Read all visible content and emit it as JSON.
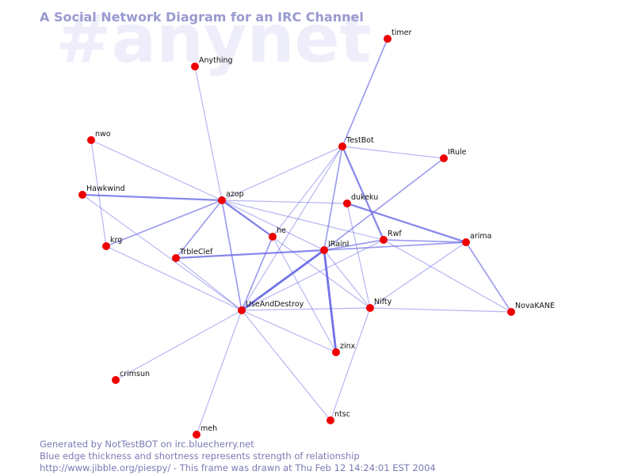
{
  "watermark": "#anynet",
  "title": "A Social Network Diagram for an IRC Channel",
  "footer": {
    "line1": "Generated by NotTestBOT on irc.bluecherry.net",
    "line2": "Blue edge thickness and shortness represents strength of relationship",
    "line3": "http://www.jibble.org/piespy/ - This frame was drawn at Thu Feb 12 14:24:01 EST 2004"
  },
  "colors": {
    "edge": "#6a6ae6",
    "node": "#ee0000",
    "title": "#9a9ad0",
    "watermark": "#eeeefb",
    "footer": "#7a7ab4"
  },
  "nodes": [
    {
      "id": "timer",
      "label": "timer"
    },
    {
      "id": "Anything",
      "label": "Anything"
    },
    {
      "id": "nwo",
      "label": "nwo"
    },
    {
      "id": "TestBot",
      "label": "TestBot"
    },
    {
      "id": "IRule",
      "label": "IRule"
    },
    {
      "id": "Hawkwind",
      "label": "Hawkwind"
    },
    {
      "id": "azop",
      "label": "azop"
    },
    {
      "id": "dukeku",
      "label": "dukeku"
    },
    {
      "id": "he",
      "label": "he"
    },
    {
      "id": "Rwf",
      "label": "Rwf"
    },
    {
      "id": "arima",
      "label": "arima"
    },
    {
      "id": "krg",
      "label": "krg"
    },
    {
      "id": "IRainI",
      "label": "IRainI"
    },
    {
      "id": "TrbleClef",
      "label": "TrbleClef"
    },
    {
      "id": "UseAndDestroy",
      "label": "UseAndDestroy"
    },
    {
      "id": "Nifty",
      "label": "Nifty"
    },
    {
      "id": "NovaKANE",
      "label": "NovaKANE"
    },
    {
      "id": "zinx",
      "label": "zinx"
    },
    {
      "id": "crimsun",
      "label": "crimsun"
    },
    {
      "id": "ntsc",
      "label": "ntsc"
    },
    {
      "id": "meh",
      "label": "meh"
    }
  ],
  "edges": [
    {
      "source": "timer",
      "target": "TestBot",
      "strength": 2
    },
    {
      "source": "Anything",
      "target": "azop",
      "strength": 1
    },
    {
      "source": "nwo",
      "target": "azop",
      "strength": 1
    },
    {
      "source": "nwo",
      "target": "krg",
      "strength": 1
    },
    {
      "source": "Hawkwind",
      "target": "azop",
      "strength": 3
    },
    {
      "source": "Hawkwind",
      "target": "UseAndDestroy",
      "strength": 1
    },
    {
      "source": "krg",
      "target": "azop",
      "strength": 2
    },
    {
      "source": "krg",
      "target": "UseAndDestroy",
      "strength": 1
    },
    {
      "source": "TrbleClef",
      "target": "azop",
      "strength": 2
    },
    {
      "source": "TrbleClef",
      "target": "UseAndDestroy",
      "strength": 1
    },
    {
      "source": "TrbleClef",
      "target": "IRainI",
      "strength": 3
    },
    {
      "source": "azop",
      "target": "TestBot",
      "strength": 1
    },
    {
      "source": "azop",
      "target": "dukeku",
      "strength": 1
    },
    {
      "source": "azop",
      "target": "he",
      "strength": 3
    },
    {
      "source": "azop",
      "target": "Rwf",
      "strength": 1
    },
    {
      "source": "azop",
      "target": "UseAndDestroy",
      "strength": 2
    },
    {
      "source": "azop",
      "target": "IRainI",
      "strength": 1
    },
    {
      "source": "azop",
      "target": "Nifty",
      "strength": 1
    },
    {
      "source": "TestBot",
      "target": "IRule",
      "strength": 1
    },
    {
      "source": "TestBot",
      "target": "IRainI",
      "strength": 2
    },
    {
      "source": "TestBot",
      "target": "Rwf",
      "strength": 3
    },
    {
      "source": "TestBot",
      "target": "UseAndDestroy",
      "strength": 1
    },
    {
      "source": "TestBot",
      "target": "he",
      "strength": 1
    },
    {
      "source": "IRule",
      "target": "IRainI",
      "strength": 2
    },
    {
      "source": "dukeku",
      "target": "arima",
      "strength": 3
    },
    {
      "source": "dukeku",
      "target": "Nifty",
      "strength": 1
    },
    {
      "source": "he",
      "target": "UseAndDestroy",
      "strength": 2
    },
    {
      "source": "he",
      "target": "zinx",
      "strength": 1
    },
    {
      "source": "Rwf",
      "target": "arima",
      "strength": 2
    },
    {
      "source": "Rwf",
      "target": "NovaKANE",
      "strength": 1
    },
    {
      "source": "Rwf",
      "target": "IRainI",
      "strength": 2
    },
    {
      "source": "Rwf",
      "target": "UseAndDestroy",
      "strength": 1
    },
    {
      "source": "arima",
      "target": "IRainI",
      "strength": 2
    },
    {
      "source": "arima",
      "target": "NovaKANE",
      "strength": 2
    },
    {
      "source": "arima",
      "target": "Nifty",
      "strength": 1
    },
    {
      "source": "IRainI",
      "target": "UseAndDestroy",
      "strength": 4
    },
    {
      "source": "IRainI",
      "target": "zinx",
      "strength": 4
    },
    {
      "source": "IRainI",
      "target": "Nifty",
      "strength": 1
    },
    {
      "source": "Nifty",
      "target": "NovaKANE",
      "strength": 1
    },
    {
      "source": "Nifty",
      "target": "UseAndDestroy",
      "strength": 1
    },
    {
      "source": "Nifty",
      "target": "ntsc",
      "strength": 1
    },
    {
      "source": "UseAndDestroy",
      "target": "crimsun",
      "strength": 1
    },
    {
      "source": "UseAndDestroy",
      "target": "meh",
      "strength": 1
    },
    {
      "source": "UseAndDestroy",
      "target": "zinx",
      "strength": 1
    },
    {
      "source": "UseAndDestroy",
      "target": "ntsc",
      "strength": 1
    }
  ]
}
